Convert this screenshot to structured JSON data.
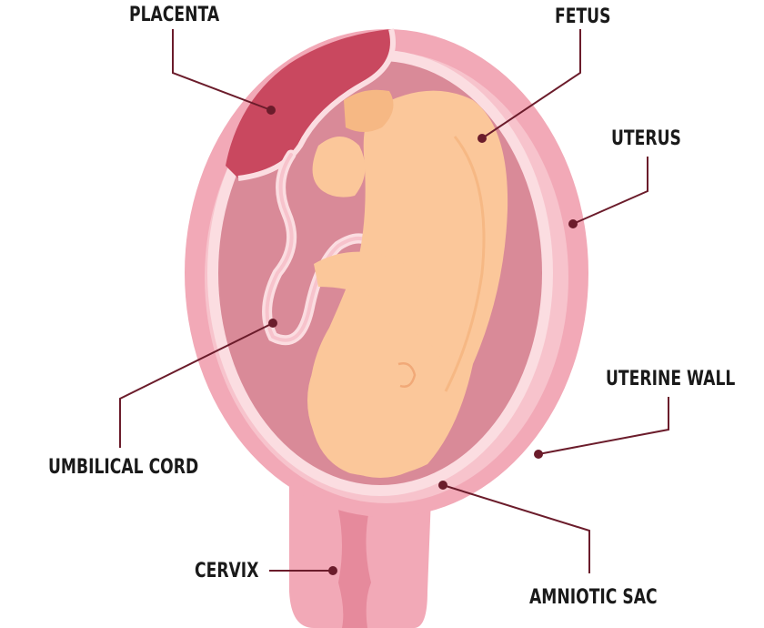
{
  "labels": {
    "placenta": "PLACENTA",
    "fetus": "FETUS",
    "uterus": "UTERUS",
    "uterine_wall": "UTERINE WALL",
    "umbilical_cord": "UMBILICAL CORD",
    "cervix": "CERVIX",
    "amniotic_sac": "AMNIOTIC SAC"
  },
  "colors": {
    "label_text": "#1a1a1a",
    "leader_line": "#6b1c2b",
    "uterus_outer": "#f2a9b7",
    "uterus_wall": "#f7c3cc",
    "amniotic_sac": "#fbdde1",
    "amniotic_fluid": "#d98a98",
    "placenta": "#c9485f",
    "fetus": "#fbc79a"
  }
}
